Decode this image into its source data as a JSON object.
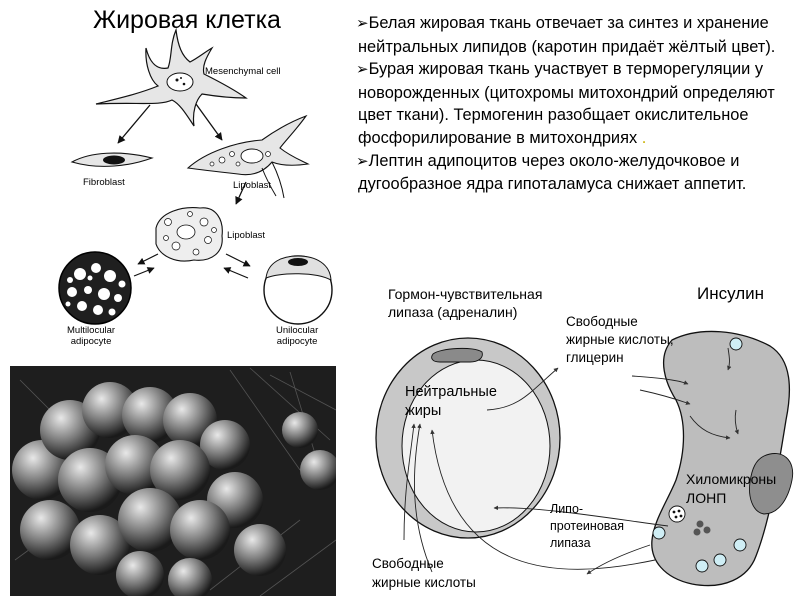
{
  "title": "Жировая клетка",
  "bullets": [
    {
      "marker": "➢",
      "text": "Белая жировая ткань отвечает за синтез и хранение нейтральных липидов (каротин придаёт жёлтый цвет)."
    },
    {
      "marker": "➢",
      "text": "Бурая жировая ткань участвует в терморегуляции у новорожденных (цитохромы митохондрий определяют цвет ткани). Термогенин разобщает окислительное фосфорилирование в митохондриях",
      "tail": " ."
    },
    {
      "marker": "➢",
      "text": "Лептин адипоцитов через около-желудочковое и дугообразное ядра гипоталамуса снижает аппетит."
    }
  ],
  "cell_diagram": {
    "mesenchymal": "Mesenchymal cell",
    "fibroblast": "Fibroblast",
    "lipoblast_1": "Lipoblast",
    "lipoblast_2": "Lipoblast",
    "multilocular": [
      "Multilocular",
      "adipocyte"
    ],
    "unilocular": [
      "Unilocular",
      "adipocyte"
    ]
  },
  "metabolism_diagram": {
    "hormone_lipase": [
      "Гормон-чувствительная",
      "липаза (адреналин)"
    ],
    "insulin": "Инсулин",
    "ffa_glycerol": [
      "Свободные",
      "жирные кислоты,",
      "глицерин"
    ],
    "neutral_fats": [
      "Нейтральные",
      "жиры"
    ],
    "chylomicrons": [
      "Хиломикроны",
      "ЛОНП"
    ],
    "lipoprotein_lipase": [
      "Липо-",
      "протеиновая",
      "липаза"
    ],
    "ffa_bottom": [
      "Свободные",
      "жирные кислоты"
    ]
  },
  "colors": {
    "cell_gray": "#c8c8c8",
    "vessel_gray": "#bdbdbd",
    "droplet_blue": "#cfeef5",
    "vacuole": "#f2f2f2",
    "dark": "#1a1a1a"
  }
}
